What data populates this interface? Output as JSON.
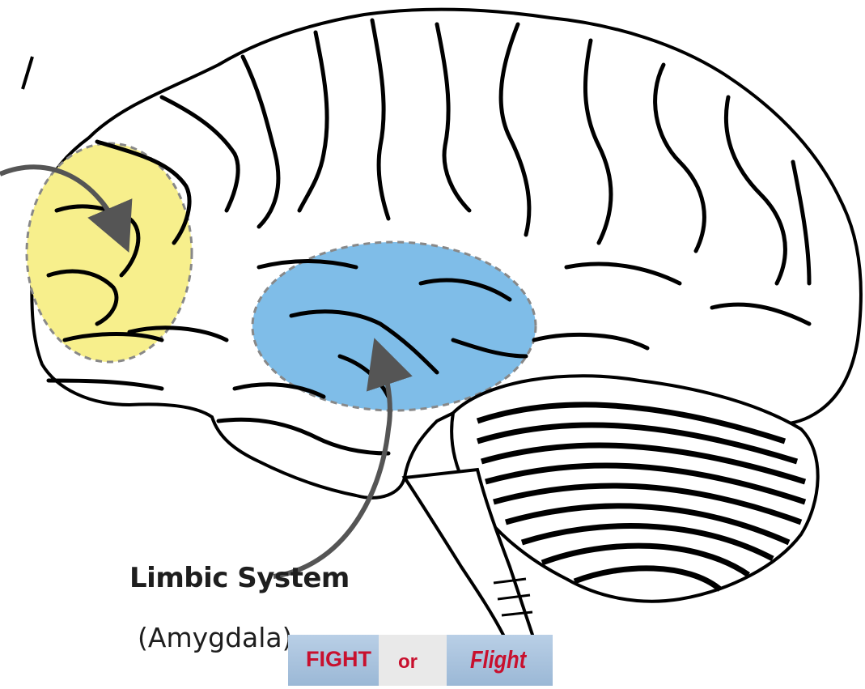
{
  "diagram": {
    "labels": {
      "limbic_system": "Limbic System",
      "amygdala": "(Amygdala)"
    },
    "badge": {
      "fight": "FIGHT",
      "or": "or",
      "flight": "Flight"
    },
    "regions": [
      {
        "name": "prefrontal-cortex-highlight",
        "color": "#f7ef8c"
      },
      {
        "name": "limbic-system-highlight",
        "color": "#7fbde8"
      }
    ],
    "colors": {
      "outline": "#000000",
      "arrow": "#555555",
      "badge_text": "#c8102e"
    }
  }
}
